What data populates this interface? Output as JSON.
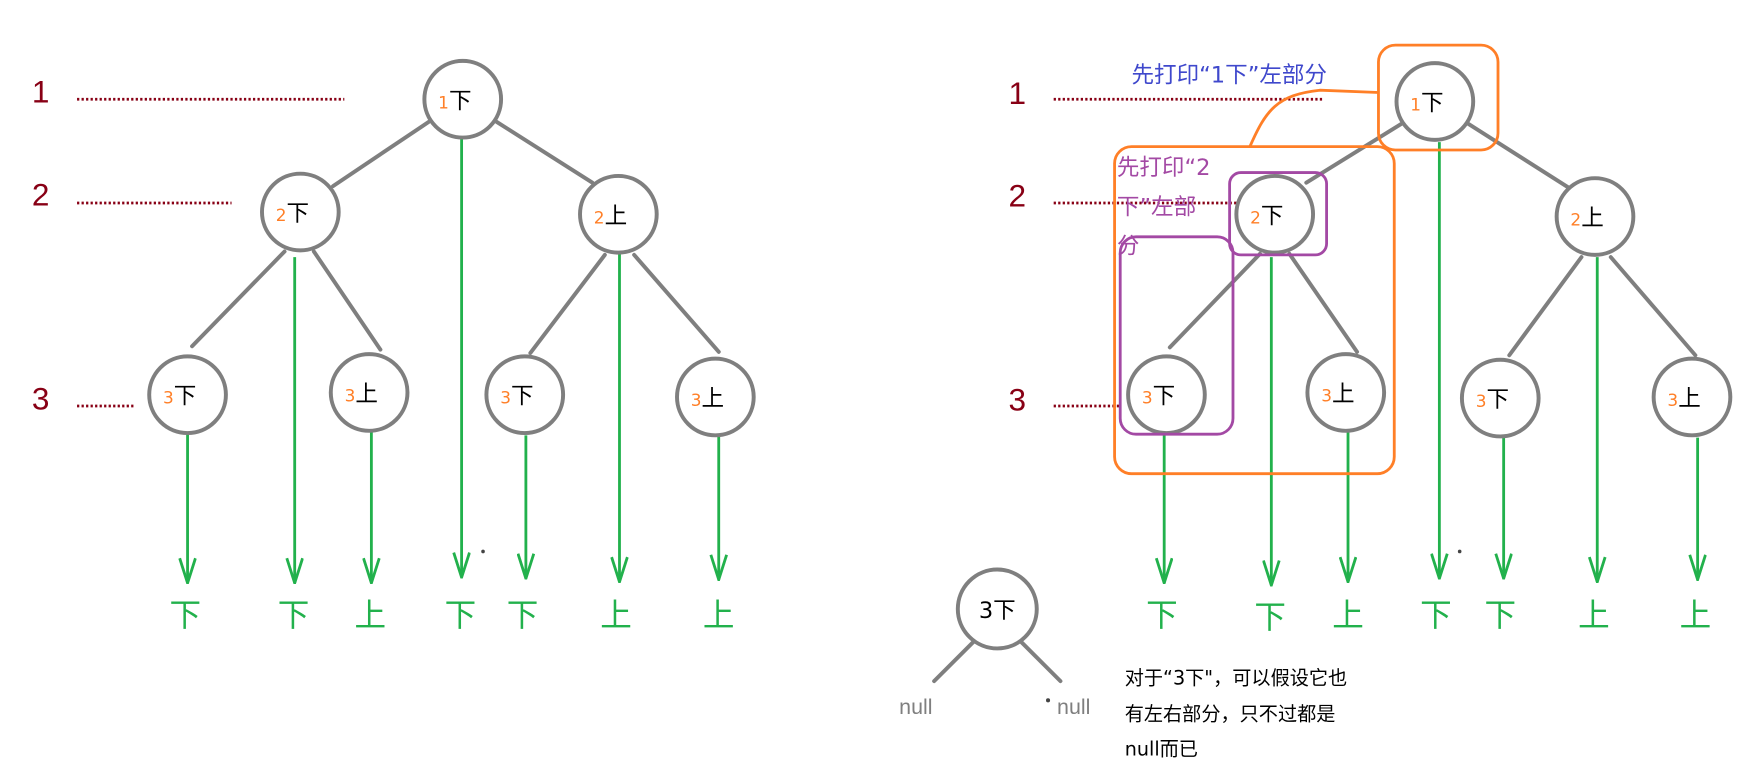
{
  "left_tree": {
    "levels": [
      "1",
      "2",
      "3"
    ],
    "nodes": [
      {
        "num": "1",
        "char": "下"
      },
      {
        "num": "2",
        "char": "下"
      },
      {
        "num": "2",
        "char": "上"
      },
      {
        "num": "3",
        "char": "下"
      },
      {
        "num": "3",
        "char": "上"
      },
      {
        "num": "3",
        "char": "下"
      },
      {
        "num": "3",
        "char": "上"
      }
    ],
    "outputs": [
      "下",
      "下",
      "上",
      "下",
      "下",
      "上",
      "上"
    ]
  },
  "right_tree": {
    "levels": [
      "1",
      "2",
      "3"
    ],
    "nodes": [
      {
        "num": "1",
        "char": "下"
      },
      {
        "num": "2",
        "char": "下"
      },
      {
        "num": "2",
        "char": "上"
      },
      {
        "num": "3",
        "char": "下"
      },
      {
        "num": "3",
        "char": "上"
      },
      {
        "num": "3",
        "char": "下"
      },
      {
        "num": "3",
        "char": "上"
      }
    ],
    "outputs": [
      "下",
      "下",
      "上",
      "下",
      "下",
      "上",
      "上"
    ],
    "annotations": {
      "blue": "先打印“1下”左部分",
      "purple": [
        "先打印“2",
        "下”左部",
        "分"
      ]
    }
  },
  "example": {
    "node": "3下",
    "left_null": "null",
    "right_null": "null",
    "note": [
      "对于“3下\"，可以假设它也",
      "有左右部分，只不过都是",
      "null而已"
    ]
  },
  "colors": {
    "level": "#880015",
    "gray": "#7f7f7f",
    "green": "#22b14c",
    "orange": "#ff7f27",
    "purple": "#a349a4",
    "blue": "#3f48cc"
  }
}
